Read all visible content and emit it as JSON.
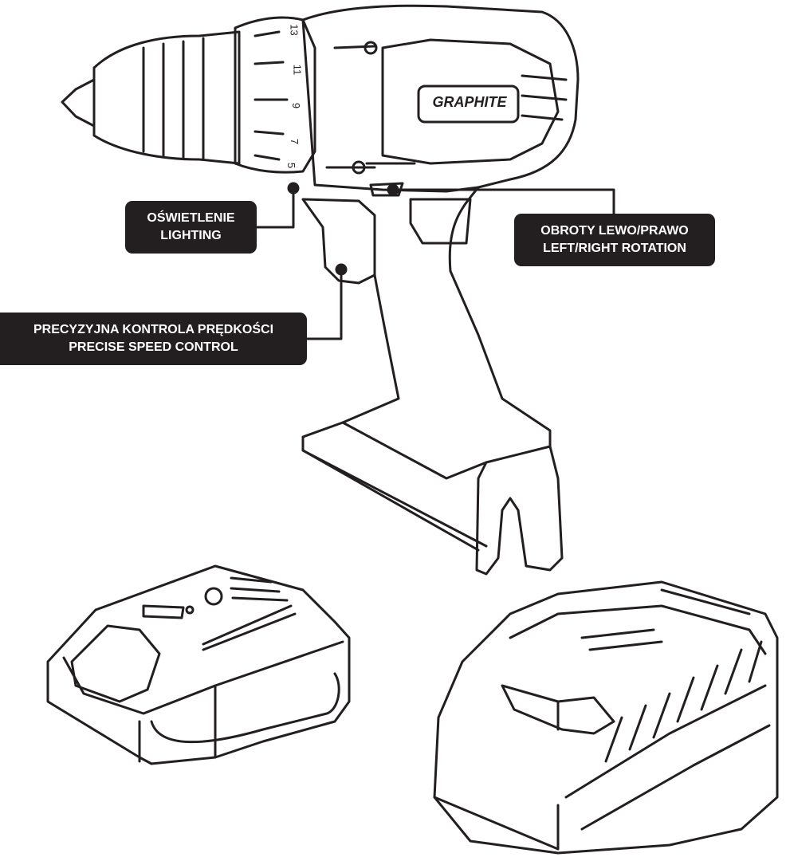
{
  "brand_logo": "GRAPHITE",
  "clutch_numbers": [
    "5",
    "7",
    "9",
    "11",
    "13"
  ],
  "callouts": {
    "lighting": {
      "line1": "OŚWIETLENIE",
      "line2": "LIGHTING"
    },
    "rotation": {
      "line1": "OBROTY LEWO/PRAWO",
      "line2": "LEFT/RIGHT ROTATION"
    },
    "speed": {
      "line1": "PRECYZYJNA KONTROLA PRĘDKOŚCI",
      "line2": "PRECISE SPEED CONTROL"
    }
  },
  "colors": {
    "label_bg": "#231f20",
    "line": "#231f20"
  }
}
